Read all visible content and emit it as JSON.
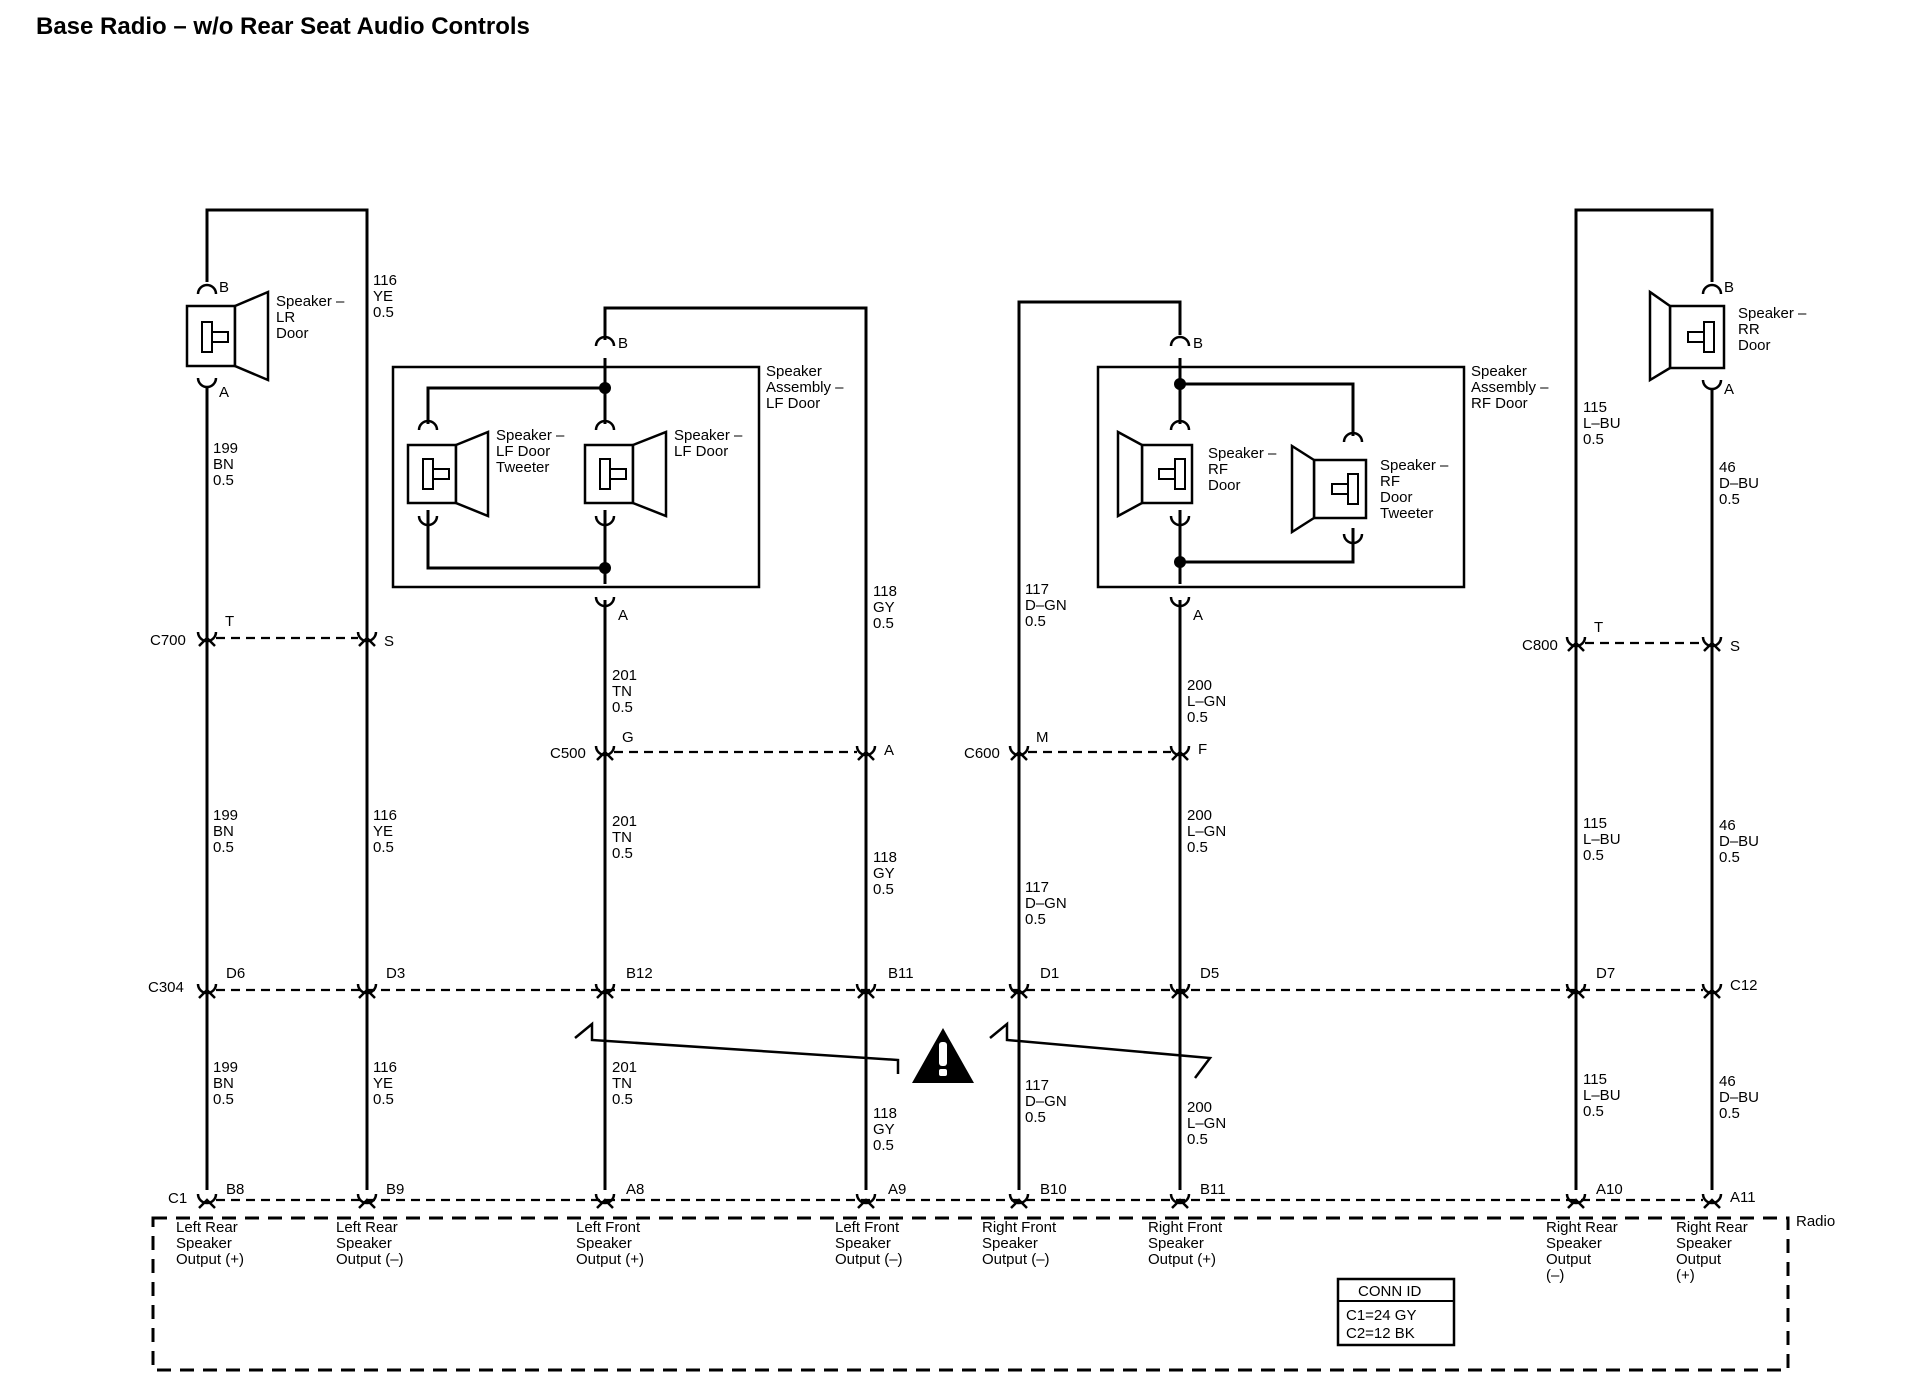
{
  "title": "Base Radio – w/o Rear Seat Audio Controls",
  "speakers": {
    "lr": [
      "Speaker –",
      "LR",
      "Door"
    ],
    "rr": [
      "Speaker –",
      "RR",
      "Door"
    ],
    "lf_tweeter": [
      "Speaker –",
      "LF Door",
      "Tweeter"
    ],
    "lf_door": [
      "Speaker –",
      "LF Door"
    ],
    "rf_door": [
      "Speaker –",
      "RF",
      "Door"
    ],
    "rf_tweeter": [
      "Speaker –",
      "RF",
      "Door",
      "Tweeter"
    ]
  },
  "assemblies": {
    "lf": [
      "Speaker",
      "Assembly –",
      "LF Door"
    ],
    "rf": [
      "Speaker",
      "Assembly –",
      "RF Door"
    ]
  },
  "pins": {
    "lr_b": "B",
    "lr_a": "A",
    "rr_b": "B",
    "rr_a": "A",
    "lf_b": "B",
    "lf_a": "A",
    "rf_b": "B",
    "rf_a": "A",
    "c700_t": "T",
    "c700_s": "S",
    "c800_t": "T",
    "c800_s": "S",
    "c500_g": "G",
    "c500_a": "A",
    "c600_m": "M",
    "c600_f": "F",
    "c304": [
      "D6",
      "D3",
      "B12",
      "B11",
      "D1",
      "D5",
      "D7",
      "C12"
    ],
    "radio": [
      "B8",
      "B9",
      "A8",
      "A9",
      "B10",
      "B11",
      "A10",
      "A11"
    ]
  },
  "connectors": {
    "c700": "C700",
    "c800": "C800",
    "c500": "C500",
    "c600": "C600",
    "c304": "C304",
    "c1": "C1"
  },
  "wires": {
    "w199": [
      "199",
      "BN",
      "0.5"
    ],
    "w116": [
      "116",
      "YE",
      "0.5"
    ],
    "w201": [
      "201",
      "TN",
      "0.5"
    ],
    "w118": [
      "118",
      "GY",
      "0.5"
    ],
    "w117": [
      "117",
      "D–GN",
      "0.5"
    ],
    "w200": [
      "200",
      "L–GN",
      "0.5"
    ],
    "w115": [
      "115",
      "L–BU",
      "0.5"
    ],
    "w46": [
      "46",
      "D–BU",
      "0.5"
    ]
  },
  "radio": {
    "label": "Radio",
    "outputs": [
      [
        "Left Rear",
        "Speaker",
        "Output (+)"
      ],
      [
        "Left Rear",
        "Speaker",
        "Output (–)"
      ],
      [
        "Left Front",
        "Speaker",
        "Output (+)"
      ],
      [
        "Left Front",
        "Speaker",
        "Output (–)"
      ],
      [
        "Right Front",
        "Speaker",
        "Output (–)"
      ],
      [
        "Right Front",
        "Speaker",
        "Output (+)"
      ],
      [
        "Right Rear",
        "Speaker",
        "Output",
        "(–)"
      ],
      [
        "Right Rear",
        "Speaker",
        "Output",
        "(+)"
      ]
    ],
    "conn_id": {
      "title": "CONN ID",
      "lines": [
        "C1=24 GY",
        "C2=12 BK"
      ]
    }
  },
  "icons": {
    "warning": "warning-triangle-icon"
  }
}
